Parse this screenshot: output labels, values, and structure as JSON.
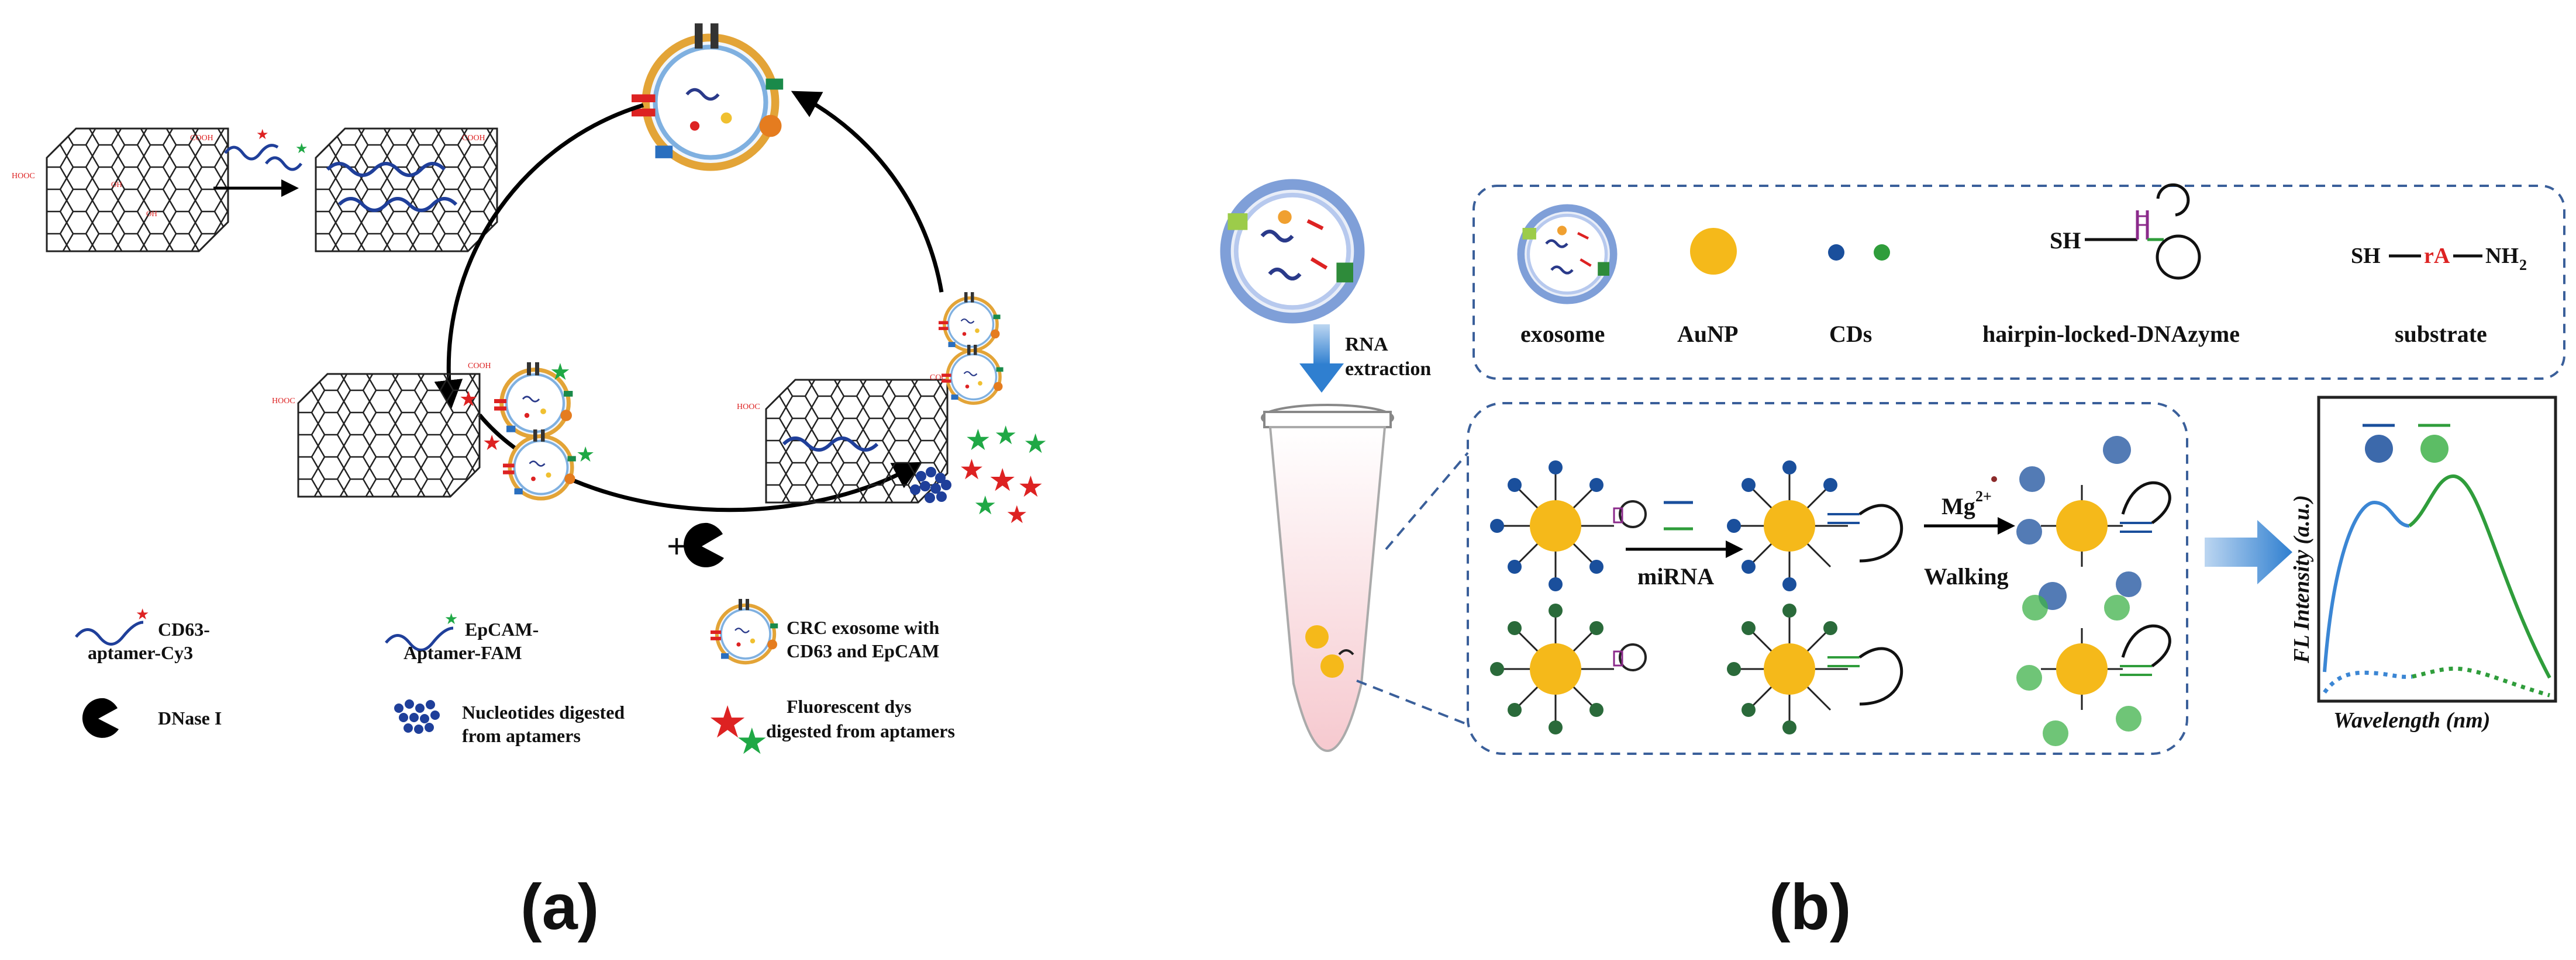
{
  "panel_a": {
    "label": "(a)",
    "graphene_groups": {
      "cooh": "COOH",
      "hooc": "HOOC",
      "oh": "OH"
    },
    "plus_label": "+",
    "legend": {
      "cd63_line1": "CD63-",
      "cd63_line2": "aptamer-Cy3",
      "epcam_line1": "EpCAM-",
      "epcam_line2": "Aptamer-FAM",
      "crc_line1": "CRC exosome with",
      "crc_line2": "CD63 and EpCAM",
      "dnase": "DNase I",
      "nucleotides_line1": "Nucleotides digested",
      "nucleotides_line2": "from aptamers",
      "dyes_line1": "Fluorescent dys",
      "dyes_line2": "digested from aptamers"
    },
    "colors": {
      "cy3": "#d81e1e",
      "fam": "#1fa845",
      "aptamer": "#1f3f9a",
      "arrow": "#000000"
    }
  },
  "panel_b": {
    "label": "(b)",
    "legend": {
      "exosome": "exosome",
      "aunp": "AuNP",
      "cds": "CDs",
      "hairpin": "hairpin-locked-DNAzyme",
      "substrate": "substrate",
      "sh_hairpin": "SH",
      "sub_sh": "SH",
      "sub_ra": "rA",
      "sub_nh": "NH",
      "sub_nh_sub": "2"
    },
    "extraction_line1": "RNA",
    "extraction_line2": "extraction",
    "mirna": "miRNA",
    "mg_ion": "Mg",
    "mg_charge": "2+",
    "walking": "Walking",
    "plot": {
      "ylabel": "FL Intensity (a.u.)",
      "xlabel": "Wavelength (nm)"
    },
    "colors": {
      "aunp": "#f5b91a",
      "cd_blue": "#1a4f9c",
      "cd_green": "#2f9d3b",
      "frame": "#3a5f9a"
    }
  }
}
